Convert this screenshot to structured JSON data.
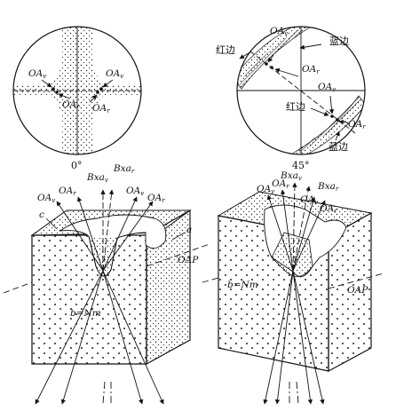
{
  "top_left": {
    "caption": "0°",
    "labels": {
      "oav_left": "OA",
      "oav_left_sub": "v",
      "oav_right": "OA",
      "oav_right_sub": "v",
      "oar_left": "OA",
      "oar_left_sub": "r",
      "oar_right": "OA",
      "oar_right_sub": "r"
    }
  },
  "top_right": {
    "caption": "45°",
    "labels": {
      "red_edge_upper": "红边",
      "blue_edge_upper": "蓝边",
      "oav_upper": "OA",
      "oav_upper_sub": "v",
      "oar_upper": "OA",
      "oar_upper_sub": "r",
      "oav_lower": "OA",
      "oav_lower_sub": "v",
      "oar_lower": "OA",
      "oar_lower_sub": "r",
      "red_edge_lower": "红边",
      "blue_edge_lower": "蓝边"
    }
  },
  "bottom_left": {
    "labels": {
      "oav": "OA",
      "oav_sub": "v",
      "oar": "OA",
      "oar_sub": "r",
      "bxav": "Bxa",
      "bxav_sub": "v",
      "bxar": "Bxa",
      "bxar_sub": "r",
      "oav2": "OA",
      "oav2_sub": "v",
      "oar2": "OA",
      "oar2_sub": "r",
      "c": "c",
      "a": "a",
      "oap": "OAP",
      "b_nm": "b=Nm"
    }
  },
  "bottom_right": {
    "labels": {
      "oav": "OA",
      "oav_sub": "v",
      "oar": "OA",
      "oar_sub": "r",
      "bxav": "Bxa",
      "bxav_sub": "v",
      "bxar": "Bxa",
      "bxar_sub": "r",
      "oav2": "OA",
      "oav2_sub": "v",
      "oar2": "OA",
      "oar2_sub": "r",
      "oap": "OAP",
      "b_nm": "b=Nm"
    }
  }
}
